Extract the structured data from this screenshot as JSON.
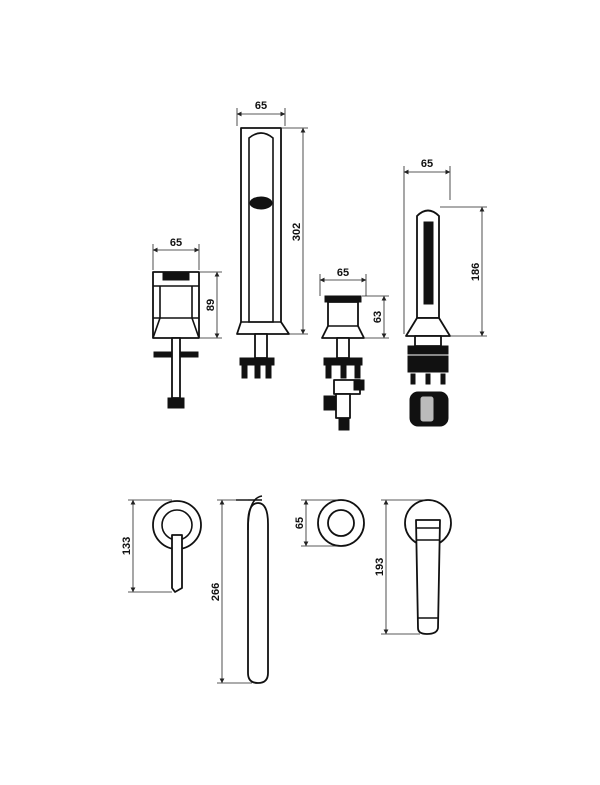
{
  "dimensions": {
    "mixer_width": "65",
    "mixer_height": "89",
    "spout_width": "65",
    "spout_height": "302",
    "diverter_width": "65",
    "diverter_height": "63",
    "shower_width": "65",
    "shower_height": "186",
    "wall_mixer_height": "133",
    "wall_spout_height": "266",
    "wall_diverter_height": "65",
    "wall_shower_height": "193"
  }
}
